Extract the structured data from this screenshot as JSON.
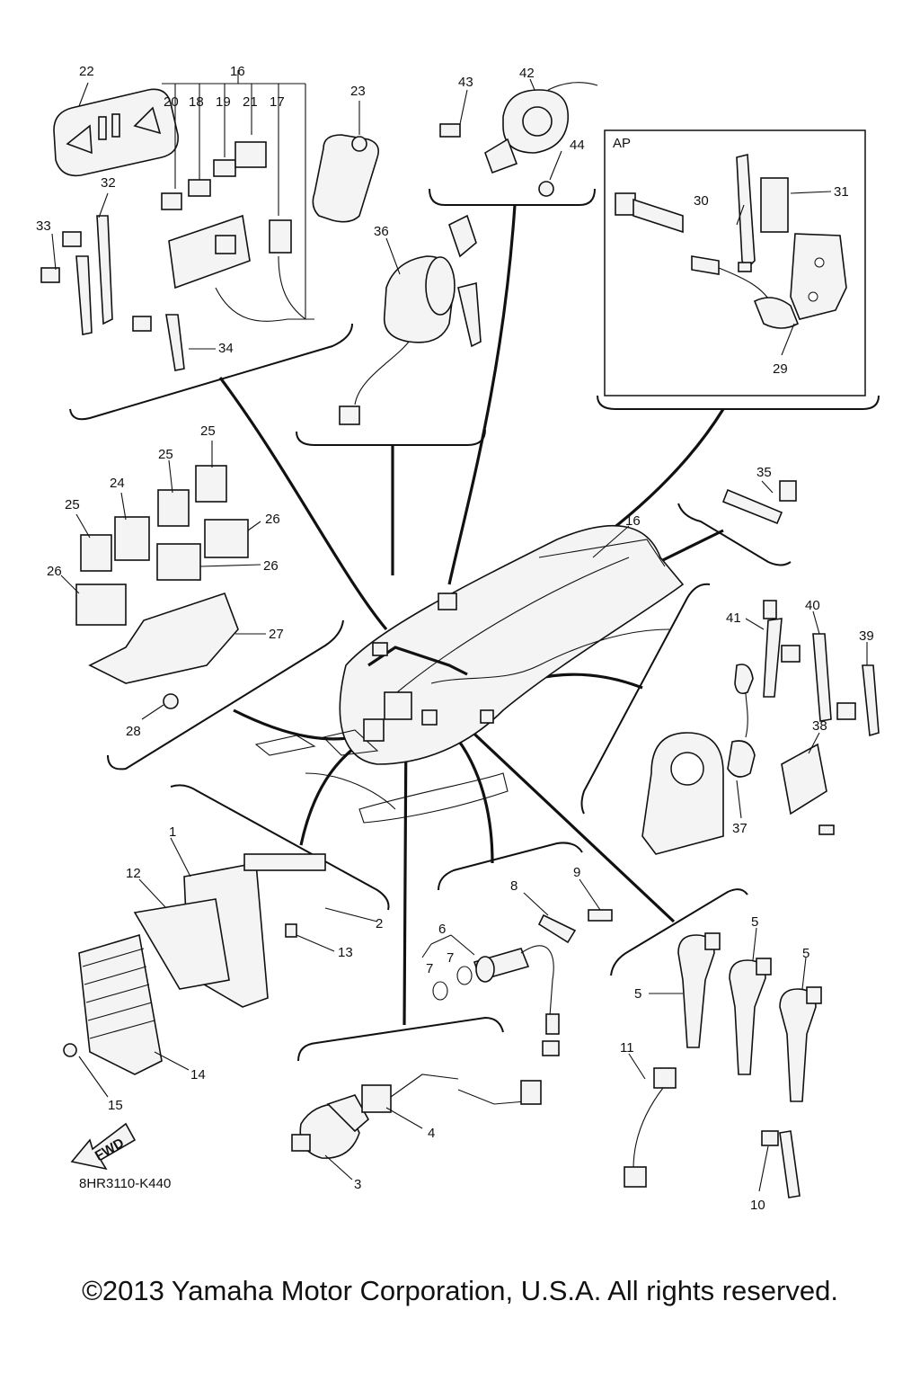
{
  "diagram_code": "8HR3110-K440",
  "copyright": "©2013 Yamaha Motor Corporation, U.S.A. All rights reserved.",
  "ap_label": "AP",
  "fwd_label": "FWD",
  "callouts": [
    "1",
    "2",
    "3",
    "4",
    "5",
    "6",
    "7",
    "8",
    "9",
    "10",
    "11",
    "12",
    "13",
    "14",
    "15",
    "16",
    "17",
    "18",
    "19",
    "20",
    "21",
    "22",
    "23",
    "24",
    "25",
    "26",
    "27",
    "28",
    "29",
    "30",
    "31",
    "32",
    "33",
    "34",
    "35",
    "36",
    "37",
    "38",
    "39",
    "40",
    "41",
    "42",
    "43",
    "44"
  ]
}
